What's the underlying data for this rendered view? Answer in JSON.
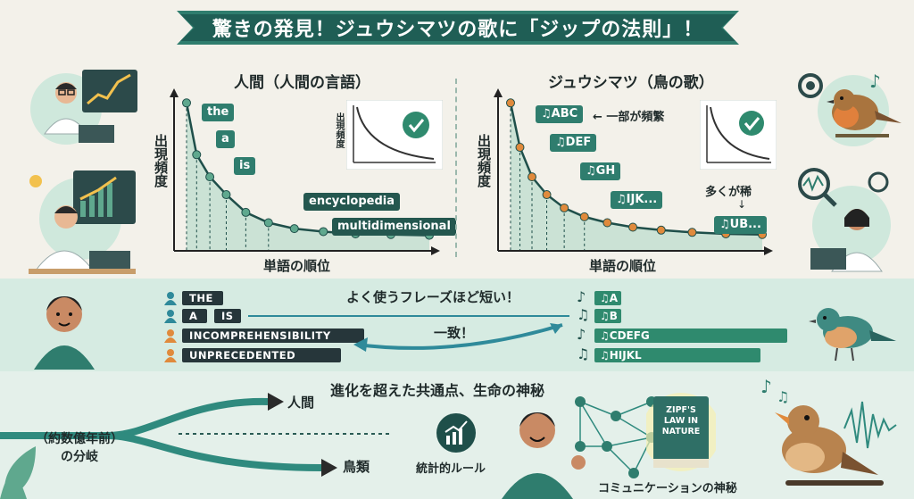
{
  "title": "驚きの発見！ジュウシマツの歌に「ジップの法則」！",
  "human_chart": {
    "heading": "人間（人間の言語）",
    "ylabel": "出現頻度",
    "xlabel": "単語の順位",
    "inset_label": "出現頻度",
    "words": [
      "the",
      "a",
      "is",
      "encyclopedia",
      "multidimensional"
    ]
  },
  "bird_chart": {
    "heading": "ジュウシマツ（鳥の歌）",
    "ylabel": "出現頻度",
    "xlabel": "単語の順位",
    "phrases": [
      "♫ABC",
      "♫DEF",
      "♫GH",
      "♫IJK...",
      "♫UB..."
    ],
    "note_frequent": "一部が頻繁",
    "note_rare": "多くが稀"
  },
  "chart_data": [
    {
      "type": "line",
      "title": "人間（人間の言語）",
      "xlabel": "単語の順位",
      "ylabel": "出現頻度",
      "series": [
        {
          "values": [
            10,
            6.5,
            5,
            3.8,
            2.6,
            1.9,
            1.5,
            1.3,
            1.15,
            1.1,
            1.05
          ]
        }
      ]
    },
    {
      "type": "line",
      "title": "ジュウシマツ（鳥の歌）",
      "xlabel": "単語の順位",
      "ylabel": "出現頻度",
      "series": [
        {
          "values": [
            10,
            7,
            5,
            3.8,
            2.9,
            2.3,
            1.9,
            1.6,
            1.4,
            1.25,
            1.15,
            1.1
          ]
        }
      ]
    }
  ],
  "middle": {
    "heading": "よく使うフレーズほど短い！",
    "match": "一致！",
    "human_words": [
      "THE",
      "A",
      "IS",
      "INCOMPREHENSIBILITY",
      "UNPRECEDENTED"
    ],
    "bird_phrases": [
      "♫A",
      "♫B",
      "♫CDEFG",
      "♫HIJKL"
    ]
  },
  "bottom": {
    "heading": "進化を超えた共通点、生命の神秘",
    "split_label": "（約数億年前）\nの分岐",
    "branch_human": "人間",
    "branch_bird": "鳥類",
    "stats_label": "統計的ルール",
    "book_title": "ZIPF'S LAW IN NATURE",
    "comm_label": "コミュニケーションの神秘"
  },
  "colors": {
    "teal": "#2f7d6e",
    "dark_teal": "#24574f",
    "curve_dot": "#5fa88e",
    "bird_dot": "#e08a3c",
    "fill": "#a9d6c2"
  }
}
